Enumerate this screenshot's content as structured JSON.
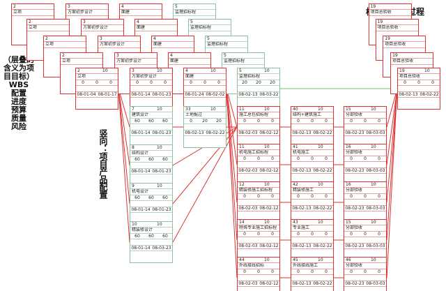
{
  "title_horizontal": "横向：项目过程",
  "title_vertical": "竖向：项目产品配置",
  "left_label": {
    "line1": "（层叠的",
    "line2": "含义为项",
    "line3": "目目标）",
    "items": [
      "WBS",
      "配置",
      "进度",
      "预算",
      "质量",
      "风险"
    ]
  },
  "colors": {
    "node_border": "#e03030",
    "green_border": "#8fbf9f",
    "line_red": "#e03030",
    "line_green": "#6fbf6f"
  },
  "stack_layers": [
    {
      "nodes": [
        {
          "id": "2",
          "label": "立项"
        },
        {
          "id": "3",
          "label": "方案初步设计"
        },
        {
          "id": "4",
          "label": "面建"
        },
        {
          "id": "5",
          "label": "监理招标程"
        },
        {
          "id": "19",
          "label": "项目总验收"
        }
      ]
    },
    {
      "nodes": [
        {
          "id": "2",
          "label": "立项"
        },
        {
          "id": "3",
          "label": "方案初步设计"
        },
        {
          "id": "4",
          "label": "面建"
        },
        {
          "id": "5",
          "label": "监理招标程"
        },
        {
          "id": "19",
          "label": "项目总验收"
        }
      ]
    },
    {
      "nodes": [
        {
          "id": "2",
          "label": "立项"
        },
        {
          "id": "3",
          "label": "方案初步设计"
        },
        {
          "id": "4",
          "label": "面建"
        },
        {
          "id": "5",
          "label": "监理招标程"
        },
        {
          "id": "19",
          "label": "项目总验收"
        }
      ]
    },
    {
      "nodes": [
        {
          "id": "2",
          "label": "立项"
        },
        {
          "id": "3",
          "label": "方案初步设计"
        },
        {
          "id": "4",
          "label": "面建"
        },
        {
          "id": "5",
          "label": "监理招标程"
        },
        {
          "id": "19",
          "label": "项目总验收"
        }
      ]
    }
  ],
  "main_row": [
    {
      "id": "2",
      "dur": "10",
      "label": "立项",
      "v": [
        "0",
        "0",
        "0"
      ],
      "d1": "08-01-04",
      "d2": "08-01-17"
    },
    {
      "id": "3",
      "dur": "10",
      "label": "方案初步设计",
      "v": [
        "0",
        "0",
        "0"
      ],
      "d1": "08-01-14",
      "d2": "08-01-23"
    },
    {
      "id": "4",
      "dur": "10",
      "label": "面建",
      "v": [
        "0",
        "0",
        "0"
      ],
      "d1": "08-01-24",
      "d2": "08-02-02"
    },
    {
      "id": "5",
      "dur": "10",
      "label": "监理招标程",
      "v": [
        "20",
        "20",
        "20"
      ],
      "d1": "08-02-13",
      "d2": "08-03-22"
    },
    {
      "id": "19",
      "dur": "10",
      "label": "项目总验收",
      "v": [
        "0",
        "0",
        "0"
      ],
      "d1": "08-02-13",
      "d2": "08-02-22"
    }
  ],
  "col_a": [
    {
      "id": "7",
      "dur": "10",
      "label": "建筑设计",
      "v": [
        "60",
        "60",
        "60"
      ],
      "d1": "08-01-14",
      "d2": "08-01-23"
    },
    {
      "id": "8",
      "dur": "10",
      "label": "结构设计",
      "v": [
        "60",
        "60",
        "60"
      ],
      "d1": "08-01-14",
      "d2": "08-01-23"
    },
    {
      "id": "9",
      "dur": "10",
      "label": "机电设计",
      "v": [
        "60",
        "60",
        "60"
      ],
      "d1": "08-01-14",
      "d2": "08-01-23"
    },
    {
      "id": "10",
      "dur": "10",
      "label": "精装修设计",
      "v": [
        "60",
        "60",
        "60"
      ],
      "d1": "08-01-14",
      "d2": "08-03-23"
    }
  ],
  "col_b": [
    {
      "id": "33",
      "dur": "10",
      "label": "土地报过",
      "v": [
        "0",
        "20",
        "20"
      ],
      "d1": "08-02-13",
      "d2": "08-02-22"
    }
  ],
  "col_c": [
    {
      "id": "11",
      "dur": "10",
      "label": "施工总包招标程",
      "v": [
        "0",
        "0",
        "0"
      ],
      "d1": "08-02-03",
      "d2": "08-02-12"
    },
    {
      "id": "11",
      "dur": "10",
      "label": "机电施工招标程",
      "v": [
        "0",
        "0",
        "0"
      ],
      "d1": "08-02-03",
      "d2": "08-02-12"
    },
    {
      "id": "12",
      "dur": "10",
      "label": "精装修施工招标程",
      "v": [
        "0",
        "0",
        "0"
      ],
      "d1": "08-02-03",
      "d2": "08-02-12"
    },
    {
      "id": "14",
      "dur": "10",
      "label": "特殊专业施工招标程",
      "v": [
        "0",
        "0",
        "0"
      ],
      "d1": "08-02-03",
      "d2": "08-02-12"
    },
    {
      "id": "44",
      "dur": "10",
      "label": "外线接线招标",
      "v": [
        "0",
        "0",
        "0"
      ],
      "d1": "08-02-03",
      "d2": "08-02-12"
    }
  ],
  "col_d": [
    {
      "id": "40",
      "dur": "10",
      "label": "结构+建筑施工",
      "v": [
        "0",
        "0",
        "0"
      ],
      "d1": "08-02-13",
      "d2": "08-02-22"
    },
    {
      "id": "41",
      "dur": "10",
      "label": "机电施工",
      "v": [
        "0",
        "0",
        "0"
      ],
      "d1": "08-02-13",
      "d2": "08-02-22"
    },
    {
      "id": "42",
      "dur": "10",
      "label": "精装修施工",
      "v": [
        "0",
        "0",
        "0"
      ],
      "d1": "08-02-13",
      "d2": "08-02-22"
    },
    {
      "id": "43",
      "dur": "10",
      "label": "专业施工",
      "v": [
        "0",
        "0",
        "0"
      ],
      "d1": "08-02-13",
      "d2": "08-02-22"
    },
    {
      "id": "45",
      "dur": "10",
      "label": "外线接线施工",
      "v": [
        "0",
        "0",
        "0"
      ],
      "d1": "08-02-13",
      "d2": "08-02-22"
    }
  ],
  "col_e": [
    {
      "id": "15",
      "dur": "10",
      "label": "分部验收",
      "v": [
        "0",
        "0",
        "0"
      ],
      "d1": "08-02-23",
      "d2": "08-03-03"
    },
    {
      "id": "16",
      "dur": "10",
      "label": "分部验收",
      "v": [
        "0",
        "0",
        "0"
      ],
      "d1": "08-02-23",
      "d2": "08-03-03"
    },
    {
      "id": "16",
      "dur": "10",
      "label": "分部验收",
      "v": [
        "0",
        "0",
        "0"
      ],
      "d1": "08-02-23",
      "d2": "08-03-03"
    },
    {
      "id": "15",
      "dur": "10",
      "label": "分部验收",
      "v": [
        "0",
        "0",
        "0"
      ],
      "d1": "08-02-23",
      "d2": "08-03-03"
    },
    {
      "id": "46",
      "dur": "10",
      "label": "分部验收",
      "v": [
        "0",
        "0",
        "0"
      ],
      "d1": "08-02-23",
      "d2": "08-03-03"
    }
  ]
}
